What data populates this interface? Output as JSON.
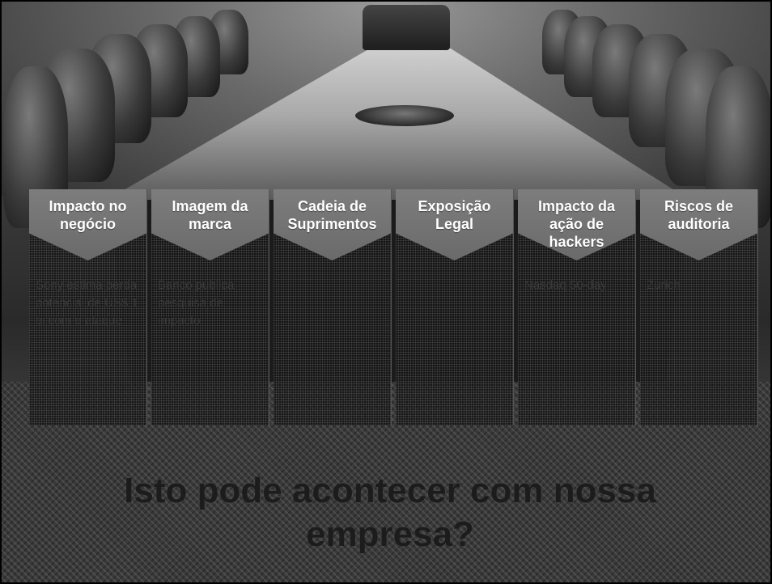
{
  "columns": [
    {
      "title": "Impacto no negócio",
      "text": "Sony estima perda potencial de US$ 1 bi com o ataque"
    },
    {
      "title": "Imagem da marca",
      "text": "Banco publica pesquisa de impacto"
    },
    {
      "title": "Cadeia de Suprimentos",
      "text": ""
    },
    {
      "title": "Exposição Legal",
      "text": ""
    },
    {
      "title": "Impacto da ação de hackers",
      "text": "Nasdaq 50-day"
    },
    {
      "title": "Riscos de auditoria",
      "text": "Zurich"
    }
  ],
  "question": "Isto pode acontecer com nossa empresa?"
}
